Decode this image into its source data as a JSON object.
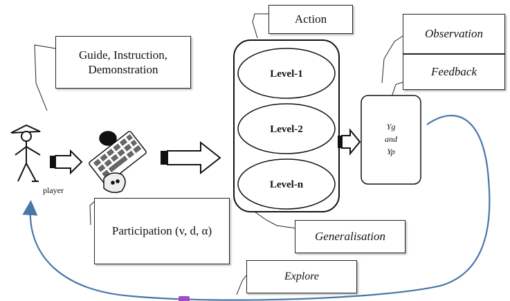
{
  "labels": {
    "guide": "Guide, Instruction, Demonstration",
    "action": "Action",
    "observation": "Observation",
    "feedback": "Feedback",
    "participation": "Participation (v, d, α)",
    "generalisation": "Generalisation",
    "explore": "Explore",
    "player": "player"
  },
  "levels": [
    "Level-1",
    "Level-2",
    "Level-n"
  ],
  "result": {
    "line1": "Yg",
    "line2": "and",
    "line3": "Yp"
  },
  "colors": {
    "loop_arrow": "#4a76a8",
    "marker": "#9b4dca"
  }
}
